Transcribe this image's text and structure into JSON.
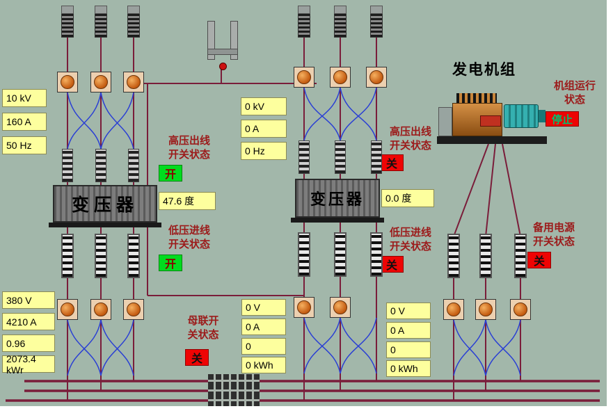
{
  "incoming_left": {
    "items": [
      "10 kV",
      "160 A",
      "50 Hz"
    ]
  },
  "incoming_mid": {
    "items": [
      "0 kV",
      "0 A",
      "0 Hz"
    ]
  },
  "lv_left": {
    "items": [
      "380 V",
      "4210 A",
      "0.96",
      "2073.4 kWr"
    ]
  },
  "lv_mid": {
    "items": [
      "0 V",
      "0 A",
      "0",
      "0 kWh"
    ]
  },
  "lv_right": {
    "items": [
      "0 V",
      "0 A",
      "0",
      "0 kWh"
    ]
  },
  "switches": {
    "hv_left": {
      "label": "高压出线\n开关状态",
      "status": "开",
      "state": "on"
    },
    "hv_right": {
      "label": "高压出线\n开关状态",
      "status": "关",
      "state": "off"
    },
    "lv_in_left": {
      "label": "低压进线\n开关状态",
      "status": "开",
      "state": "on"
    },
    "lv_in_right": {
      "label": "低压进线\n开关状态",
      "status": "关",
      "state": "off"
    },
    "bus_tie": {
      "label": "母联开\n关状态",
      "status": "关",
      "state": "off"
    },
    "backup": {
      "label": "备用电源\n开关状态",
      "status": "关",
      "state": "off"
    }
  },
  "transformers": {
    "left": {
      "name": "变压器",
      "temperature": "47.6 度"
    },
    "right": {
      "name": "变压器",
      "temperature": "0.0 度"
    }
  },
  "generator": {
    "title": "发电机组",
    "status_label": "机组运行\n状态",
    "status": "停止"
  },
  "icons": {
    "breaker": "striped-rectangle",
    "meter": "orange-dial-box",
    "crane_hook": "u-clamp-with-red-ball",
    "capacitor_bank": "block-grid",
    "generator": "engine-with-teal-motor"
  },
  "colors": {
    "background": "#a2b7aa",
    "panel_yellow": "#fdff9e",
    "status_on_green": "#00dc1e",
    "status_off_red": "#ee0404",
    "status_stop_text": "#00c070",
    "power_line": "#7a1d3a",
    "control_wire": "#2a3fd4",
    "label_text": "#9c1a1a"
  }
}
